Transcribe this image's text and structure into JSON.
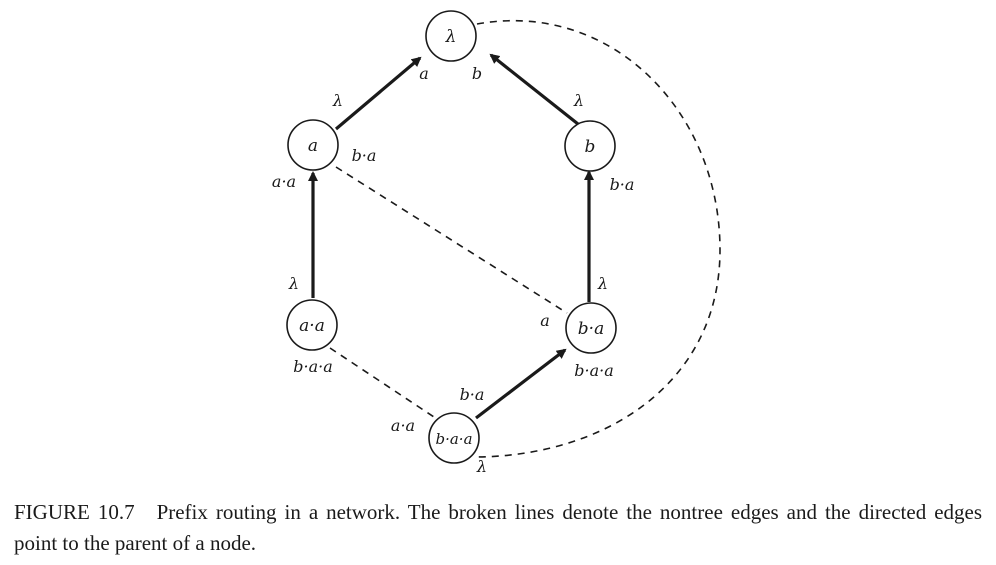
{
  "diagram": {
    "nodes": [
      {
        "id": "root",
        "label": "λ"
      },
      {
        "id": "a",
        "label": "a"
      },
      {
        "id": "b",
        "label": "b"
      },
      {
        "id": "aa",
        "label": "a·a"
      },
      {
        "id": "ba",
        "label": "b·a"
      },
      {
        "id": "baa",
        "label": "b·a·a"
      }
    ],
    "edges": [
      {
        "from": "a",
        "to": "root",
        "kind": "tree",
        "labels": [
          "λ",
          "a"
        ]
      },
      {
        "from": "b",
        "to": "root",
        "kind": "tree",
        "labels": [
          "λ",
          "b"
        ]
      },
      {
        "from": "aa",
        "to": "a",
        "kind": "tree",
        "labels": [
          "λ",
          "a·a"
        ]
      },
      {
        "from": "ba",
        "to": "b",
        "kind": "tree",
        "labels": [
          "λ",
          "b·a"
        ]
      },
      {
        "from": "baa",
        "to": "ba",
        "kind": "tree",
        "labels": [
          "b·a",
          "b·a·a"
        ]
      },
      {
        "from": "a",
        "to": "ba",
        "kind": "nontree",
        "labels": [
          "b·a",
          "a"
        ]
      },
      {
        "from": "aa",
        "to": "baa",
        "kind": "nontree",
        "labels": [
          "b·a·a",
          "a·a"
        ]
      },
      {
        "from": "root",
        "to": "baa",
        "kind": "nontree",
        "labels": [
          "λ"
        ]
      }
    ]
  },
  "caption": {
    "label": "FIGURE 10.7",
    "text": "Prefix routing in a network. The broken lines denote the nontree edges and the directed edges point to the parent of a node."
  }
}
